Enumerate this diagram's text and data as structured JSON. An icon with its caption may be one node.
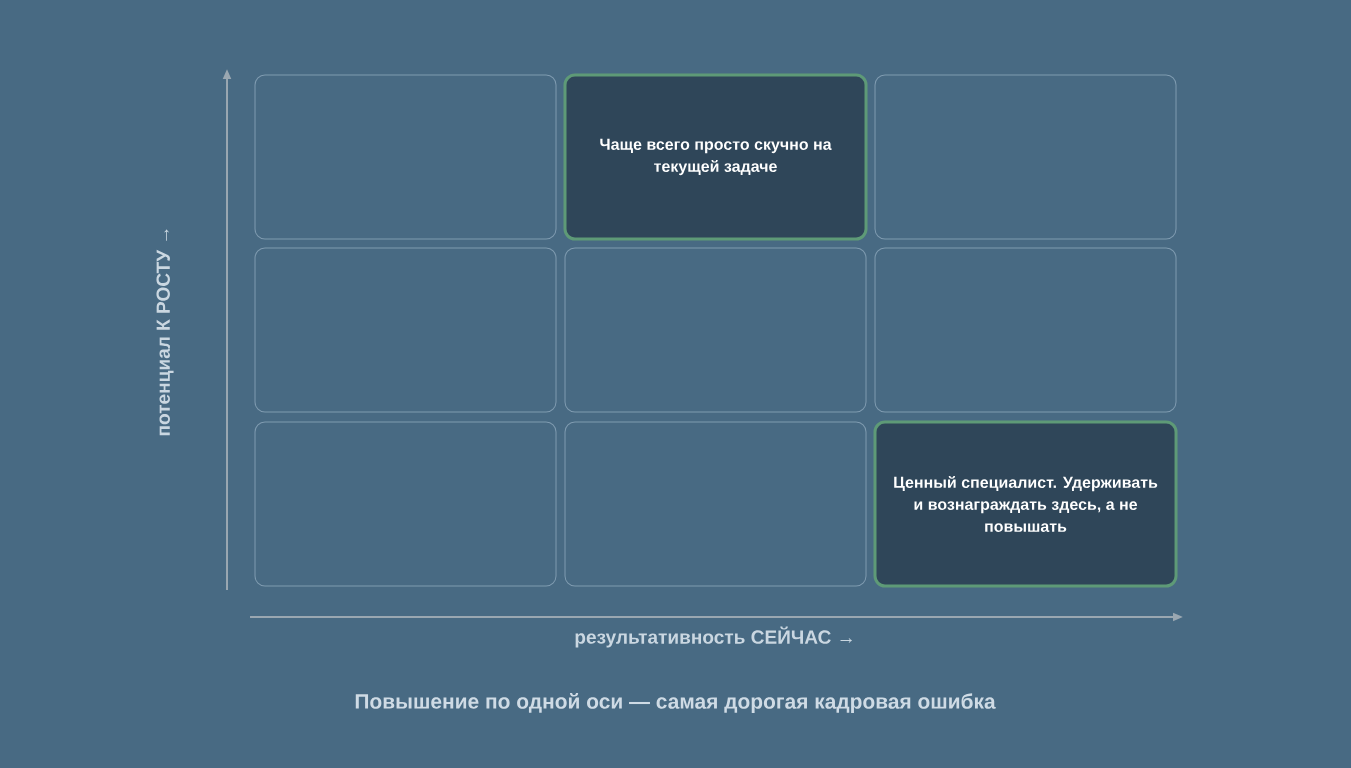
{
  "diagram": {
    "caption": "Повышение по одной оси — самая дорогая кадровая ошибка",
    "nodes": [
      {
        "text": [],
        "shape": "box"
      },
      {
        "text": [
          "Чаще всего просто скучно на текущей задаче"
        ]
      },
      {
        "text": [],
        "shape": "box"
      },
      {
        "text": [],
        "shape": "box"
      },
      {
        "text": [],
        "shape": "box"
      },
      {
        "text": [],
        "shape": "box"
      },
      {
        "text": [],
        "shape": "box"
      },
      {
        "text": [],
        "shape": "box"
      },
      {
        "text": [
          "Ценный специалист. Удерживать и вознаграждать здесь, а не повышать"
        ]
      }
    ],
    "labels": [
      "потенциал К РОСТУ →",
      "результативность СЕЙЧАС →"
    ]
  }
}
